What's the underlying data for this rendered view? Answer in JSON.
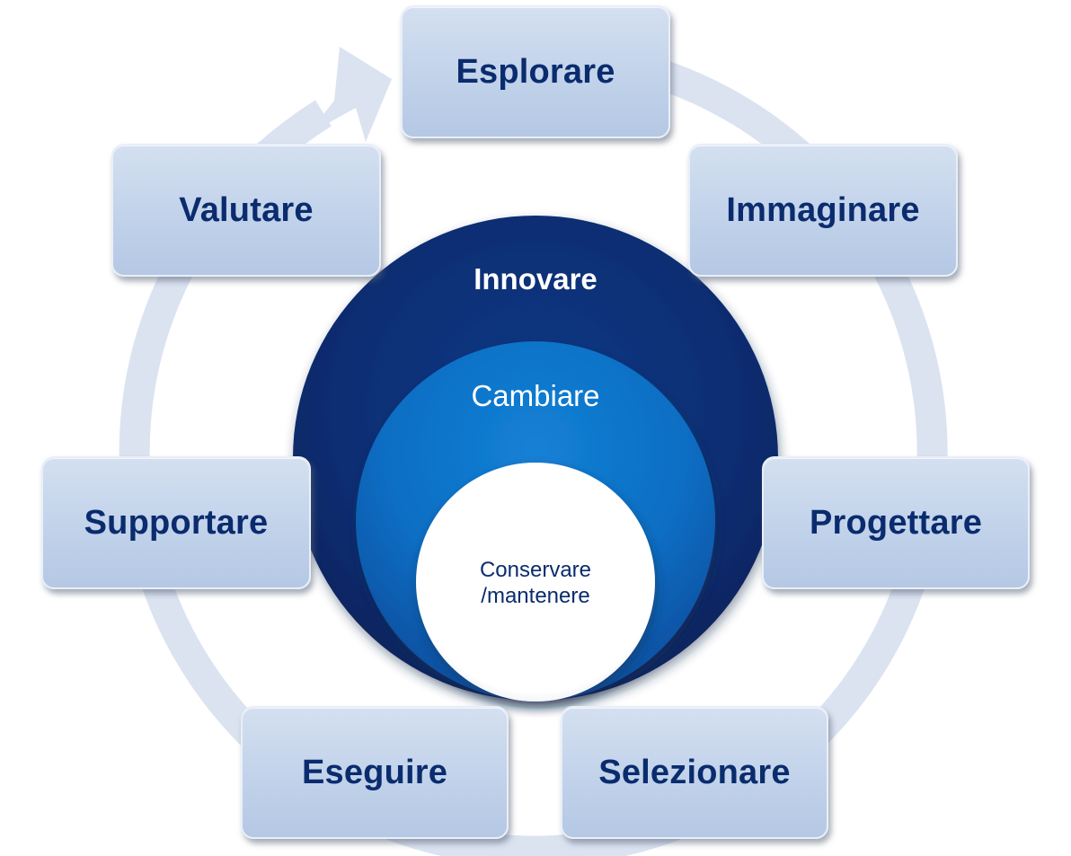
{
  "cycle": {
    "steps": [
      {
        "label": "Esplorare"
      },
      {
        "label": "Immaginare"
      },
      {
        "label": "Progettare"
      },
      {
        "label": "Selezionare"
      },
      {
        "label": "Eseguire"
      },
      {
        "label": "Supportare"
      },
      {
        "label": "Valutare"
      }
    ]
  },
  "center": {
    "outer_label": "Innovare",
    "middle_label": "Cambiare",
    "inner_label_line1": "Conservare",
    "inner_label_line2": "/mantenere"
  },
  "colors": {
    "ring": "#dbe3f1",
    "box_fill": "#c3d3ea",
    "box_text": "#0a2c6e",
    "outer_circle": "#0a2c6e",
    "middle_circle": "#0b6fc4",
    "inner_circle": "#ffffff"
  }
}
